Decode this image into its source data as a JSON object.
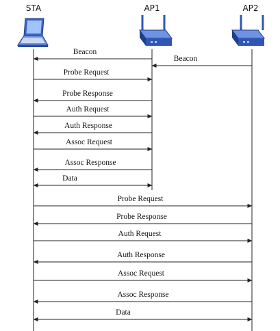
{
  "actors": {
    "sta": "STA",
    "ap1": "AP1",
    "ap2": "AP2"
  },
  "messages": [
    {
      "label": "Beacon",
      "from": "ap1",
      "to": "sta"
    },
    {
      "label": "Beacon",
      "from": "ap2",
      "to": "ap1"
    },
    {
      "label": "Probe Request",
      "from": "sta",
      "to": "ap1"
    },
    {
      "label": "Probe Response",
      "from": "ap1",
      "to": "sta"
    },
    {
      "label": "Auth Request",
      "from": "sta",
      "to": "ap1"
    },
    {
      "label": "Auth Response",
      "from": "ap1",
      "to": "sta"
    },
    {
      "label": "Assoc Request",
      "from": "sta",
      "to": "ap1"
    },
    {
      "label": "Assoc Response",
      "from": "ap1",
      "to": "sta"
    },
    {
      "label": "Data",
      "from": "sta",
      "to": "ap1",
      "bidirectional": true
    },
    {
      "label": "Probe Request",
      "from": "sta",
      "to": "ap2"
    },
    {
      "label": "Probe Response",
      "from": "ap2",
      "to": "sta"
    },
    {
      "label": "Auth Request",
      "from": "sta",
      "to": "ap2"
    },
    {
      "label": "Auth Response",
      "from": "ap2",
      "to": "sta"
    },
    {
      "label": "Assoc Request",
      "from": "sta",
      "to": "ap2"
    },
    {
      "label": "Assoc Response",
      "from": "ap2",
      "to": "sta"
    },
    {
      "label": "Data",
      "from": "sta",
      "to": "ap2",
      "bidirectional": true
    }
  ],
  "colors": {
    "laptop": "#3b63c4",
    "router": "#2f55b5",
    "line": "#222222"
  }
}
